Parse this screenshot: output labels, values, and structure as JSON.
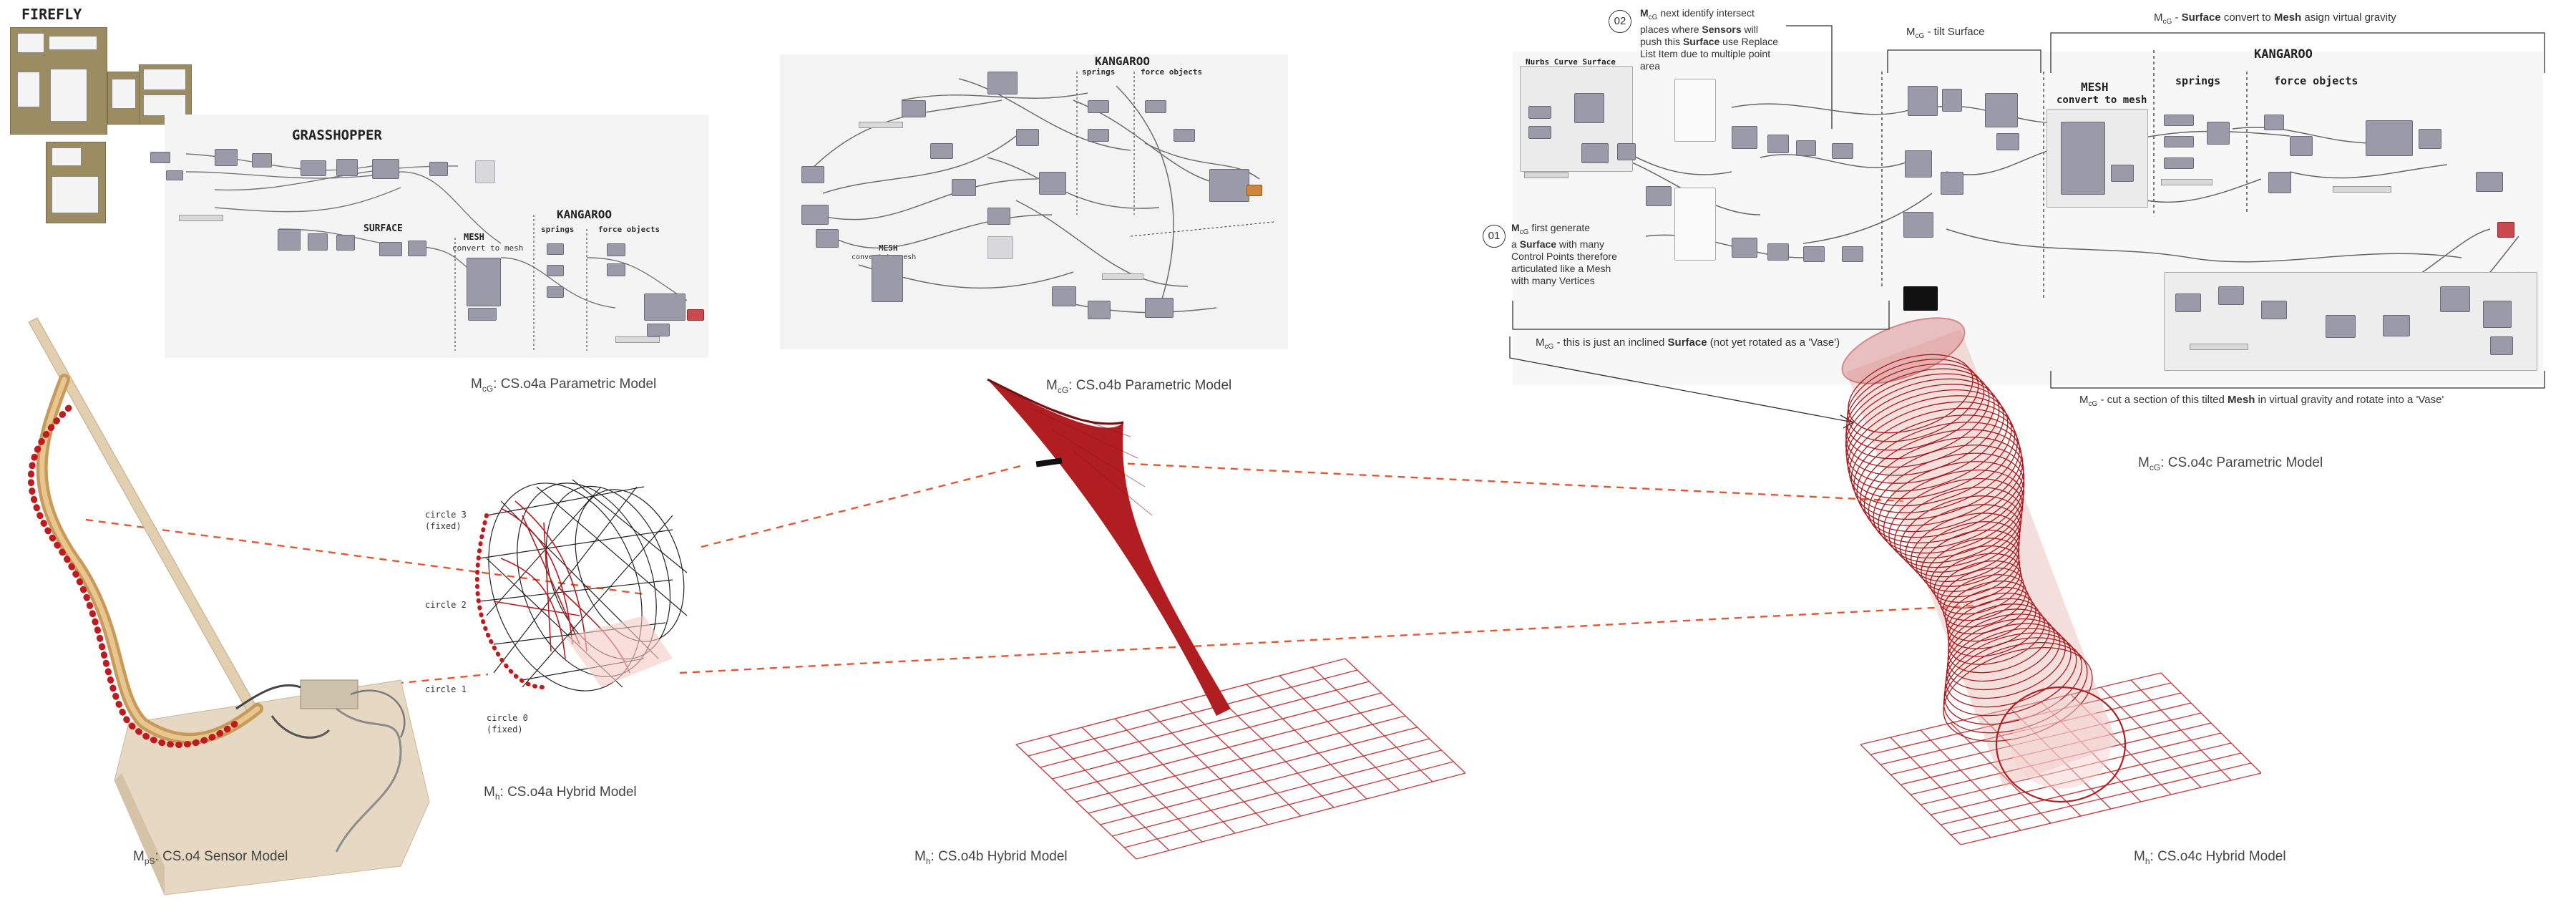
{
  "section_headers": {
    "firefly": "FIREFLY",
    "grasshopper": "GRASSHOPPER",
    "surface": "SURFACE",
    "mesh_a": "MESH",
    "convert_a": "convert to mesh",
    "kangaroo_a": "KANGAROO",
    "springs_a": "springs",
    "force_a": "force objects",
    "kangaroo_b": "KANGAROO",
    "springs_b": "springs",
    "force_b": "force objects",
    "mesh_b": "MESH",
    "convert_b": "convert to mesh",
    "nurbs_c": "Nurbs Curve Surface",
    "mesh_c": "MESH",
    "convert_c": "convert to mesh",
    "kangaroo_c": "KANGAROO",
    "springs_c": "springs",
    "force_c": "force objects"
  },
  "captions": {
    "cs04a_param": {
      "m": "M",
      "sub": "cG",
      "text": ": CS.o4a Parametric Model"
    },
    "cs04b_param": {
      "m": "M",
      "sub": "cG",
      "text": ": CS.o4b Parametric Model"
    },
    "cs04c_param": {
      "m": "M",
      "sub": "cG",
      "text": ": CS.o4c Parametric Model"
    },
    "cs04_sensor": {
      "m": "M",
      "sub": "pS",
      "text": ": CS.o4 Sensor Model"
    },
    "cs04a_hybrid": {
      "m": "M",
      "sub": "h",
      "text": ": CS.o4a Hybrid Model"
    },
    "cs04b_hybrid": {
      "m": "M",
      "sub": "h",
      "text": ": CS.o4b Hybrid Model"
    },
    "cs04c_hybrid": {
      "m": "M",
      "sub": "h",
      "text": ": CS.o4c Hybrid Model"
    }
  },
  "circle_labels": {
    "c3": "circle 3",
    "c3_fixed": "(fixed)",
    "c2": "circle 2",
    "c1": "circle 1",
    "c0": "circle 0",
    "c0_fixed": "(fixed)"
  },
  "annotations": {
    "step02": {
      "num": "02",
      "m": "M",
      "sub": "cG",
      "t1": " next identify intersect",
      "t2": "places where ",
      "t2b": "Sensors",
      "t2c": " will",
      "t3": "push this ",
      "t3b": "Surface",
      "t3c": " use Replace",
      "t4": "List Item due to multiple point",
      "t5": "area"
    },
    "step01": {
      "num": "01",
      "m": "M",
      "sub": "cG",
      "t1": " first generate",
      "t2": "a ",
      "t2b": "Surface",
      "t2c": " with many",
      "t3": "Control Points therefore",
      "t4": "articulated like a Mesh",
      "t5": "with many Vertices"
    },
    "tilt": {
      "m": "M",
      "sub": "cG",
      "text": " - tilt Surface"
    },
    "gravity": {
      "m": "M",
      "sub": "cG",
      "pre": " - ",
      "b1": "Surface",
      "mid": " convert to ",
      "b2": "Mesh",
      "post": " asign virtual gravity"
    },
    "inclined": {
      "m": "M",
      "sub": "cG",
      "pre": " - this is just an inclined ",
      "b1": "Surface",
      "post": " (not yet rotated as a 'Vase')"
    },
    "cut": {
      "m": "M",
      "sub": "cG",
      "pre": " - cut a section of this tilted ",
      "b1": "Mesh",
      "post": " in virtual gravity and rotate into a 'Vase'"
    }
  },
  "colors": {
    "accent_red": "#b01e22",
    "dashed_red": "#e2572f",
    "grid_red": "#c0282c",
    "node_grey": "#9a9aa8",
    "firefly_khaki": "#9b8c62"
  }
}
